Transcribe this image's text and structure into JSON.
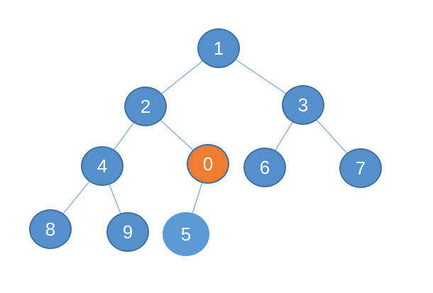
{
  "diagram": {
    "title": "binary-tree-diagram",
    "nodes": [
      {
        "id": "n1",
        "label": "1",
        "style": "blue"
      },
      {
        "id": "n2",
        "label": "2",
        "style": "blue"
      },
      {
        "id": "n3",
        "label": "3",
        "style": "blue"
      },
      {
        "id": "n4",
        "label": "4",
        "style": "blue"
      },
      {
        "id": "n0",
        "label": "0",
        "style": "orange-highlight"
      },
      {
        "id": "n6",
        "label": "6",
        "style": "blue"
      },
      {
        "id": "n7",
        "label": "7",
        "style": "blue"
      },
      {
        "id": "n8",
        "label": "8",
        "style": "blue"
      },
      {
        "id": "n9",
        "label": "9",
        "style": "blue"
      },
      {
        "id": "n5",
        "label": "5",
        "style": "light-blue-borderless"
      }
    ],
    "edges": [
      {
        "from": "1",
        "to": "2"
      },
      {
        "from": "1",
        "to": "3"
      },
      {
        "from": "2",
        "to": "4"
      },
      {
        "from": "2",
        "to": "0"
      },
      {
        "from": "3",
        "to": "6"
      },
      {
        "from": "3",
        "to": "7"
      },
      {
        "from": "4",
        "to": "8"
      },
      {
        "from": "4",
        "to": "9"
      },
      {
        "from": "0",
        "to": "5"
      }
    ],
    "colors": {
      "node_fill": "#5590CD",
      "node_border": "#41719C",
      "highlight_fill": "#ED7D31",
      "borderless_fill": "#5B9BD5",
      "edge_line": "#7FA9DF",
      "label_text": "#FFFFFF",
      "background": "#FFFFFF"
    }
  }
}
